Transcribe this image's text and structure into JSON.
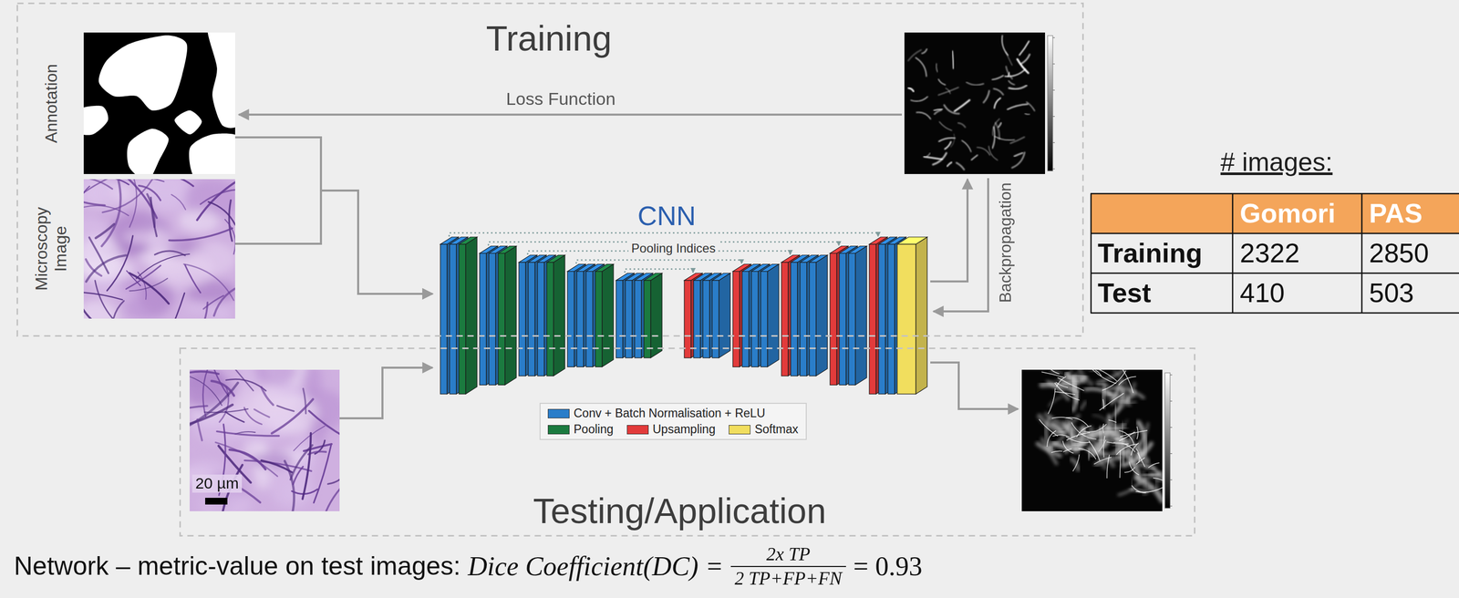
{
  "diagram": {
    "nodes": [
      {
        "text": [
          "Training"
        ]
      },
      {
        "text": [
          "Annotation"
        ],
        "in": 0
      },
      {
        "text": [
          "Microscopy Image"
        ],
        "in": 0
      },
      {
        "text": [
          "CNN",
          "Pooling Indices"
        ]
      },
      {
        "text": [
          "Testing/Application"
        ]
      },
      {
        "text": [
          "20 µm"
        ],
        "in": 4
      }
    ],
    "edges": [
      {
        "from": 1,
        "to": 3,
        "arrow": "to"
      },
      {
        "from": 2,
        "to": 3,
        "arrow": "to"
      },
      {
        "from": 5,
        "to": 3,
        "arrow": "to"
      }
    ],
    "labels": [
      "Loss Function",
      "Backpropagation",
      "# images:",
      "Gomori",
      "PAS",
      "Training",
      "2322",
      "2850",
      "Test",
      "410",
      "503",
      "Network – metric-value on test images:",
      "Dice Coefficient(DC) =",
      "2x TP",
      "2 TP+FP+FN",
      "= 0.93"
    ],
    "legend": [
      {
        "text": "Conv + Batch Normalisation + ReLU",
        "color": "#2a7dc9"
      },
      {
        "text": "Pooling",
        "color": "#1b7a3f"
      },
      {
        "text": "Upsampling",
        "color": "#e23b3b"
      },
      {
        "text": "Softmax",
        "color": "#f1de5e"
      }
    ]
  }
}
